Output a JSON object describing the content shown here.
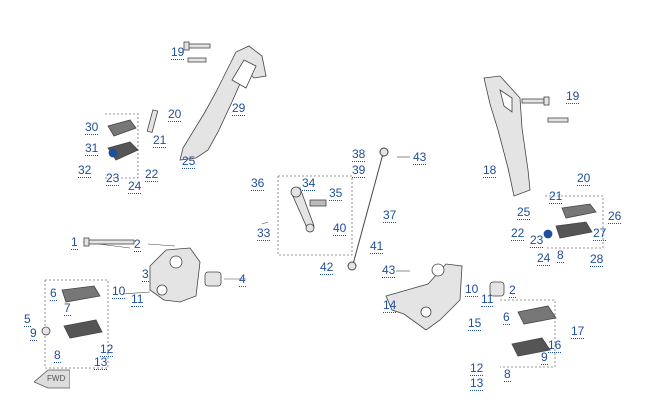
{
  "diagram": {
    "callouts": [
      {
        "id": "c19a",
        "text": "19"
      },
      {
        "id": "c29",
        "text": "29"
      },
      {
        "id": "c20a",
        "text": "20"
      },
      {
        "id": "c30",
        "text": "30"
      },
      {
        "id": "c21a",
        "text": "21"
      },
      {
        "id": "c31",
        "text": "31"
      },
      {
        "id": "c25a",
        "text": "25"
      },
      {
        "id": "c32",
        "text": "32"
      },
      {
        "id": "c23a",
        "text": "23"
      },
      {
        "id": "c22a",
        "text": "22"
      },
      {
        "id": "c24a",
        "text": "24"
      },
      {
        "id": "c38",
        "text": "38"
      },
      {
        "id": "c43a",
        "text": "43"
      },
      {
        "id": "c39",
        "text": "39"
      },
      {
        "id": "c36",
        "text": "36"
      },
      {
        "id": "c34",
        "text": "34"
      },
      {
        "id": "c35",
        "text": "35"
      },
      {
        "id": "c37",
        "text": "37"
      },
      {
        "id": "c40",
        "text": "40"
      },
      {
        "id": "c33",
        "text": "33"
      },
      {
        "id": "c41",
        "text": "41"
      },
      {
        "id": "c42",
        "text": "42"
      },
      {
        "id": "c43b",
        "text": "43"
      },
      {
        "id": "c19b",
        "text": "19"
      },
      {
        "id": "c18",
        "text": "18"
      },
      {
        "id": "c20b",
        "text": "20"
      },
      {
        "id": "c21b",
        "text": "21"
      },
      {
        "id": "c25b",
        "text": "25"
      },
      {
        "id": "c26",
        "text": "26"
      },
      {
        "id": "c22b",
        "text": "22"
      },
      {
        "id": "c23b",
        "text": "23"
      },
      {
        "id": "c27",
        "text": "27"
      },
      {
        "id": "c24b",
        "text": "24"
      },
      {
        "id": "c8a",
        "text": "8"
      },
      {
        "id": "c28",
        "text": "28"
      },
      {
        "id": "c1",
        "text": "1"
      },
      {
        "id": "c2a",
        "text": "2"
      },
      {
        "id": "c3",
        "text": "3"
      },
      {
        "id": "c4",
        "text": "4"
      },
      {
        "id": "c6a",
        "text": "6"
      },
      {
        "id": "c10a",
        "text": "10"
      },
      {
        "id": "c11a",
        "text": "11"
      },
      {
        "id": "c7",
        "text": "7"
      },
      {
        "id": "c5",
        "text": "5"
      },
      {
        "id": "c9a",
        "text": "9"
      },
      {
        "id": "c8b",
        "text": "8"
      },
      {
        "id": "c12a",
        "text": "12"
      },
      {
        "id": "c13a",
        "text": "13"
      },
      {
        "id": "c10b",
        "text": "10"
      },
      {
        "id": "c2b",
        "text": "2"
      },
      {
        "id": "c11b",
        "text": "11"
      },
      {
        "id": "c14",
        "text": "14"
      },
      {
        "id": "c15",
        "text": "15"
      },
      {
        "id": "c6b",
        "text": "6"
      },
      {
        "id": "c17",
        "text": "17"
      },
      {
        "id": "c16",
        "text": "16"
      },
      {
        "id": "c9b",
        "text": "9"
      },
      {
        "id": "c12b",
        "text": "12"
      },
      {
        "id": "c8c",
        "text": "8"
      },
      {
        "id": "c13b",
        "text": "13"
      }
    ],
    "direction_marker": "FWD",
    "colors": {
      "callout": "#1f4e9c",
      "line": "#444444",
      "part_fill": "#e4e4e4",
      "part_dark": "#555555",
      "group_box": "#777777"
    }
  }
}
